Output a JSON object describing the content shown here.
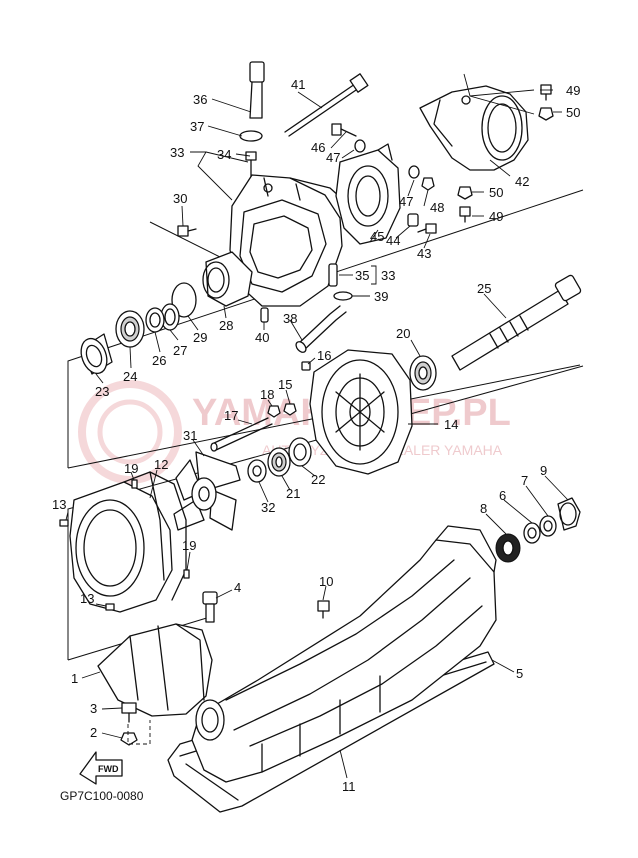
{
  "diagram": {
    "code": "GP7C100-0080",
    "fwd_label": "FWD",
    "watermark": {
      "main": "YAMAHAKLEP.PL",
      "sub": "AUTORYZOWANY DEALER YAMAHA"
    },
    "callouts": [
      {
        "id": "c36",
        "label": "36"
      },
      {
        "id": "c41",
        "label": "41"
      },
      {
        "id": "c49a",
        "label": "49"
      },
      {
        "id": "c50a",
        "label": "50"
      },
      {
        "id": "c37",
        "label": "37"
      },
      {
        "id": "c46",
        "label": "46"
      },
      {
        "id": "c33a",
        "label": "33"
      },
      {
        "id": "c34",
        "label": "34"
      },
      {
        "id": "c47a",
        "label": "47"
      },
      {
        "id": "c42",
        "label": "42"
      },
      {
        "id": "c47b",
        "label": "47"
      },
      {
        "id": "c48",
        "label": "48"
      },
      {
        "id": "c50b",
        "label": "50"
      },
      {
        "id": "c30",
        "label": "30"
      },
      {
        "id": "c49b",
        "label": "49"
      },
      {
        "id": "c45",
        "label": "45"
      },
      {
        "id": "c44",
        "label": "44"
      },
      {
        "id": "c43",
        "label": "43"
      },
      {
        "id": "c35",
        "label": "35"
      },
      {
        "id": "c33b",
        "label": "33"
      },
      {
        "id": "c25",
        "label": "25"
      },
      {
        "id": "c39",
        "label": "39"
      },
      {
        "id": "c38",
        "label": "38"
      },
      {
        "id": "c28",
        "label": "28"
      },
      {
        "id": "c29",
        "label": "29"
      },
      {
        "id": "c27",
        "label": "27"
      },
      {
        "id": "c26",
        "label": "26"
      },
      {
        "id": "c24",
        "label": "24"
      },
      {
        "id": "c23",
        "label": "23"
      },
      {
        "id": "c40",
        "label": "40"
      },
      {
        "id": "c20",
        "label": "20"
      },
      {
        "id": "c16",
        "label": "16"
      },
      {
        "id": "c15",
        "label": "15"
      },
      {
        "id": "c18",
        "label": "18"
      },
      {
        "id": "c17",
        "label": "17"
      },
      {
        "id": "c14",
        "label": "14"
      },
      {
        "id": "c31",
        "label": "31"
      },
      {
        "id": "c12",
        "label": "12"
      },
      {
        "id": "c19a",
        "label": "19"
      },
      {
        "id": "c22",
        "label": "22"
      },
      {
        "id": "c21",
        "label": "21"
      },
      {
        "id": "c32",
        "label": "32"
      },
      {
        "id": "c9",
        "label": "9"
      },
      {
        "id": "c7",
        "label": "7"
      },
      {
        "id": "c6",
        "label": "6"
      },
      {
        "id": "c8",
        "label": "8"
      },
      {
        "id": "c13a",
        "label": "13"
      },
      {
        "id": "c19b",
        "label": "19"
      },
      {
        "id": "c13b",
        "label": "13"
      },
      {
        "id": "c4",
        "label": "4"
      },
      {
        "id": "c10",
        "label": "10"
      },
      {
        "id": "c1",
        "label": "1"
      },
      {
        "id": "c5",
        "label": "5"
      },
      {
        "id": "c3",
        "label": "3"
      },
      {
        "id": "c2",
        "label": "2"
      },
      {
        "id": "c11",
        "label": "11"
      }
    ]
  }
}
